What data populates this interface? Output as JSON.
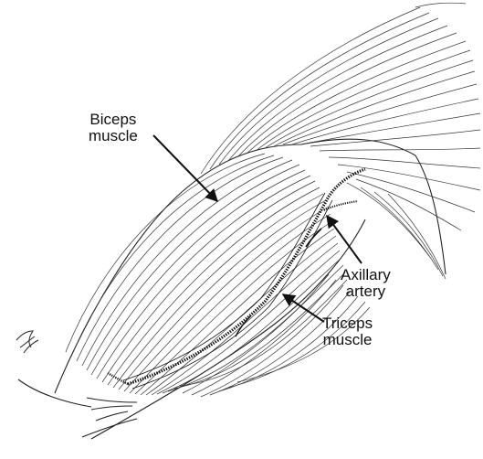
{
  "labels": {
    "biceps": {
      "line1": "Biceps",
      "line2": "muscle"
    },
    "axillary": {
      "line1": "Axillary",
      "line2": "artery"
    },
    "triceps": {
      "line1": "Triceps",
      "line2": "muscle"
    }
  },
  "colors": {
    "ink": "#111111",
    "background": "#ffffff"
  }
}
